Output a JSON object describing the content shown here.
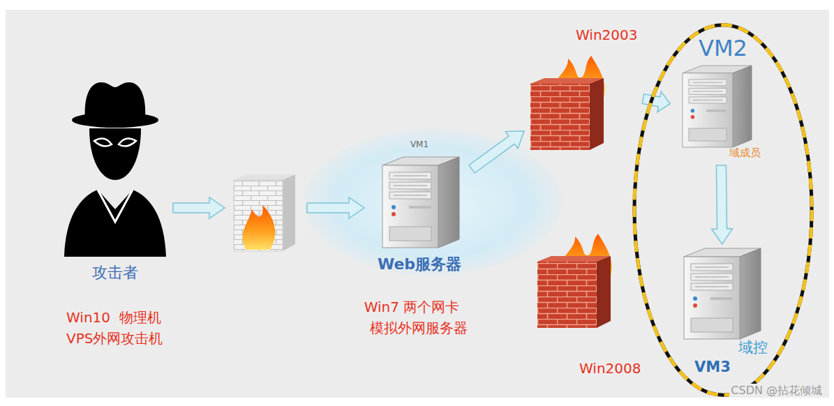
{
  "diagram": {
    "nodes": [
      {
        "text": [
          "攻击者"
        ]
      },
      {
        "text": [
          "VM1",
          "Web服务器"
        ]
      },
      {
        "text": [
          "Win2003"
        ]
      },
      {
        "text": [
          "Win2008"
        ]
      },
      {
        "text": [
          "VM2"
        ]
      },
      {
        "text": [
          "域成员"
        ],
        "in": 4
      },
      {
        "text": [
          "域控",
          "VM3"
        ],
        "in": 4
      }
    ],
    "edges": [
      {
        "from": 1,
        "to": 2,
        "arrow": "to"
      },
      {
        "from": 2,
        "to": 5,
        "arrow": "to"
      },
      {
        "from": 5,
        "to": 6,
        "arrow": "to"
      }
    ],
    "labels": [
      "Win10  物理机",
      "VPS外网攻击机",
      "Win7 两个网卡",
      "模拟外网服务器",
      "CSDN @拈花倾城"
    ]
  }
}
